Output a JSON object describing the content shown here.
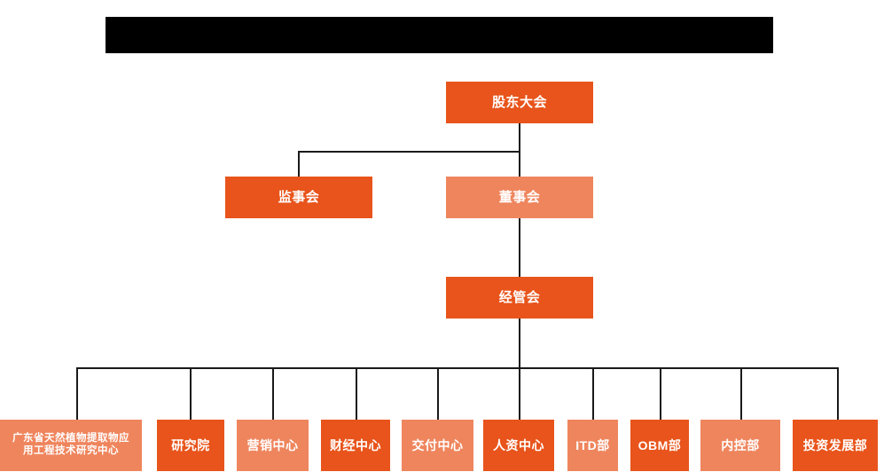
{
  "diagram": {
    "type": "organization-chart",
    "background_color": "#FFFFFF",
    "colors": {
      "dark_orange": "#E8541B",
      "light_salmon": "#EF855D",
      "connector": "#1A1A1A",
      "redaction": "#000000",
      "text": "#FFFFFF"
    },
    "redaction_bar": {
      "label": "",
      "description": "black-redaction-bar"
    },
    "tiers": [
      {
        "level": 1,
        "nodes": [
          {
            "id": "shareholders-meeting",
            "label": "股东大会",
            "color": "dark_orange"
          }
        ]
      },
      {
        "level": 2,
        "nodes": [
          {
            "id": "board-of-supervisors",
            "label": "监事会",
            "color": "dark_orange"
          },
          {
            "id": "board-of-directors",
            "label": "董事会",
            "color": "light_salmon"
          }
        ]
      },
      {
        "level": 3,
        "nodes": [
          {
            "id": "management-committee",
            "label": "经管会",
            "color": "dark_orange"
          }
        ]
      },
      {
        "level": 4,
        "nodes": [
          {
            "id": "guangdong-research-center",
            "label": "广东省天然植物提取物应\n用工程技术研究中心",
            "color": "light_salmon"
          },
          {
            "id": "research-institute",
            "label": "研究院",
            "color": "dark_orange"
          },
          {
            "id": "marketing-center",
            "label": "营销中心",
            "color": "light_salmon"
          },
          {
            "id": "finance-center",
            "label": "财经中心",
            "color": "dark_orange"
          },
          {
            "id": "delivery-center",
            "label": "交付中心",
            "color": "light_salmon"
          },
          {
            "id": "hr-center",
            "label": "人资中心",
            "color": "dark_orange"
          },
          {
            "id": "itd-department",
            "label": "ITD部",
            "color": "light_salmon"
          },
          {
            "id": "obm-department",
            "label": "OBM部",
            "color": "dark_orange"
          },
          {
            "id": "internal-control-department",
            "label": "内控部",
            "color": "light_salmon"
          },
          {
            "id": "investment-development-department",
            "label": "投资发展部",
            "color": "dark_orange"
          }
        ]
      }
    ]
  }
}
